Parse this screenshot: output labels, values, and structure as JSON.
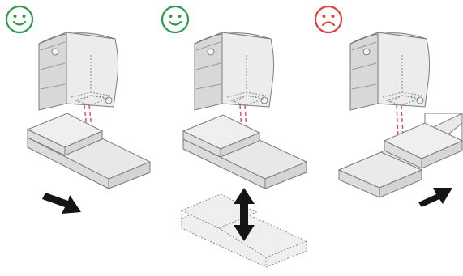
{
  "colors": {
    "good": "#2e9a48",
    "bad": "#e0403c",
    "box_face": "#ebebeb",
    "box_side": "#dadada",
    "box_top": "#e3e3e3",
    "stroke": "#7c7c7c",
    "beam": "#e0408e",
    "arrow": "#151515",
    "ghost": "#efefef"
  },
  "panels": [
    {
      "mood": "happy",
      "mood_icon": "smiley-happy-icon",
      "motion": "horizontal-translation",
      "arrow_icon": "arrow-down-right-icon"
    },
    {
      "mood": "happy",
      "mood_icon": "smiley-happy-icon",
      "motion": "vertical-translation",
      "arrow_icon": "double-arrow-vertical-icon"
    },
    {
      "mood": "sad",
      "mood_icon": "smiley-sad-icon",
      "motion": "horizontal-translation-reverse",
      "arrow_icon": "arrow-up-right-icon"
    }
  ]
}
